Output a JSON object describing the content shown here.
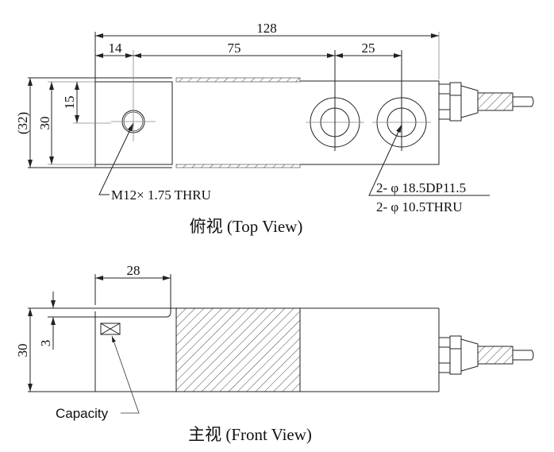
{
  "top_view": {
    "title": "俯视 (Top View)",
    "dims": {
      "overall_length": "128",
      "first_hole": "14",
      "hole_spacing": "75",
      "mount_spacing": "25",
      "overall_width": "(32)",
      "width": "30",
      "half_width": "15"
    },
    "callouts": {
      "thread": "M12× 1.75 THRU",
      "counterbore": "2- φ 18.5DP11.5",
      "through_hole": "2- φ 10.5THRU"
    }
  },
  "front_view": {
    "title": "主视 (Front View)",
    "dims": {
      "label_length": "28",
      "height": "30",
      "recess": "3"
    },
    "callouts": {
      "capacity": "Capacity"
    }
  }
}
